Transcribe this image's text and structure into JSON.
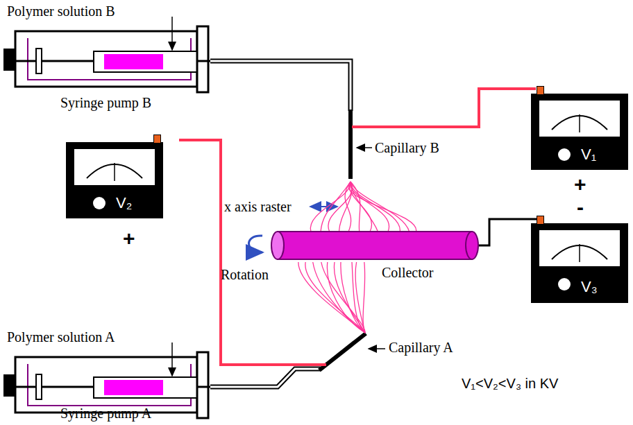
{
  "diagram": {
    "nodes": [
      {
        "text": [
          "Polymer solution B",
          "Syringe pump B"
        ]
      },
      {
        "text": [
          "V₁",
          "+"
        ]
      },
      {
        "text": [
          "V₂",
          "+"
        ]
      },
      {
        "text": [
          "Collector"
        ]
      },
      {
        "text": [
          "V₃",
          "-"
        ]
      },
      {
        "text": [
          "Polymer solution A",
          "Syringe pump A"
        ]
      }
    ],
    "edges": [
      {
        "from": 4,
        "to": 3,
        "arrow": "none"
      }
    ],
    "labels": [
      "Capillary B",
      "x axis raster",
      "Rotation",
      "Capillary A",
      "V₁<V₂<V₃ in KV"
    ]
  }
}
